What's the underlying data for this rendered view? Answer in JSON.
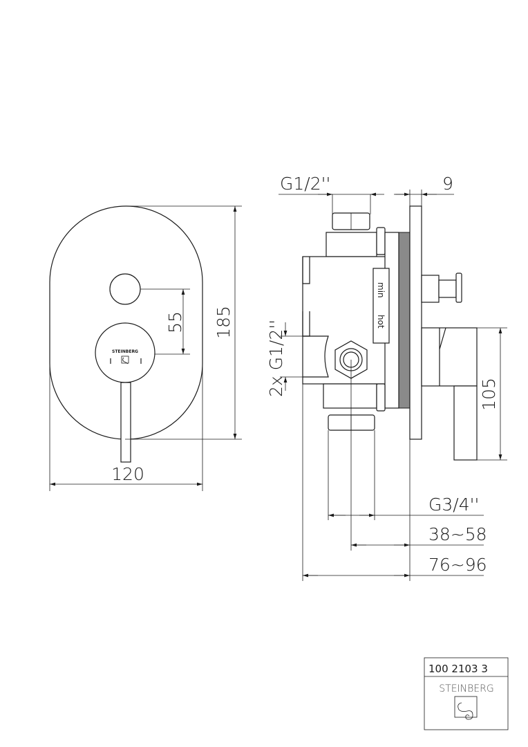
{
  "front_view": {
    "brand_mark": "STEINBERG",
    "dim_button_spacing": "55",
    "dim_height": "185",
    "dim_width": "120"
  },
  "side_view": {
    "dim_top_inlet": "G1/2''",
    "dim_plate": "9",
    "dim_side_inlets": "2x G1/2''",
    "dim_lever": "105",
    "dim_outlet": "G3/4''",
    "dim_depth_mid": "38~58",
    "dim_depth_total": "76~96",
    "label_min": "min",
    "label_hot": "hot"
  },
  "title_block": {
    "article_number": "100 2103 3",
    "brand": "STEINBERG"
  },
  "colors": {
    "line": "#1a1a1a",
    "thread": "#8a8a8a"
  }
}
